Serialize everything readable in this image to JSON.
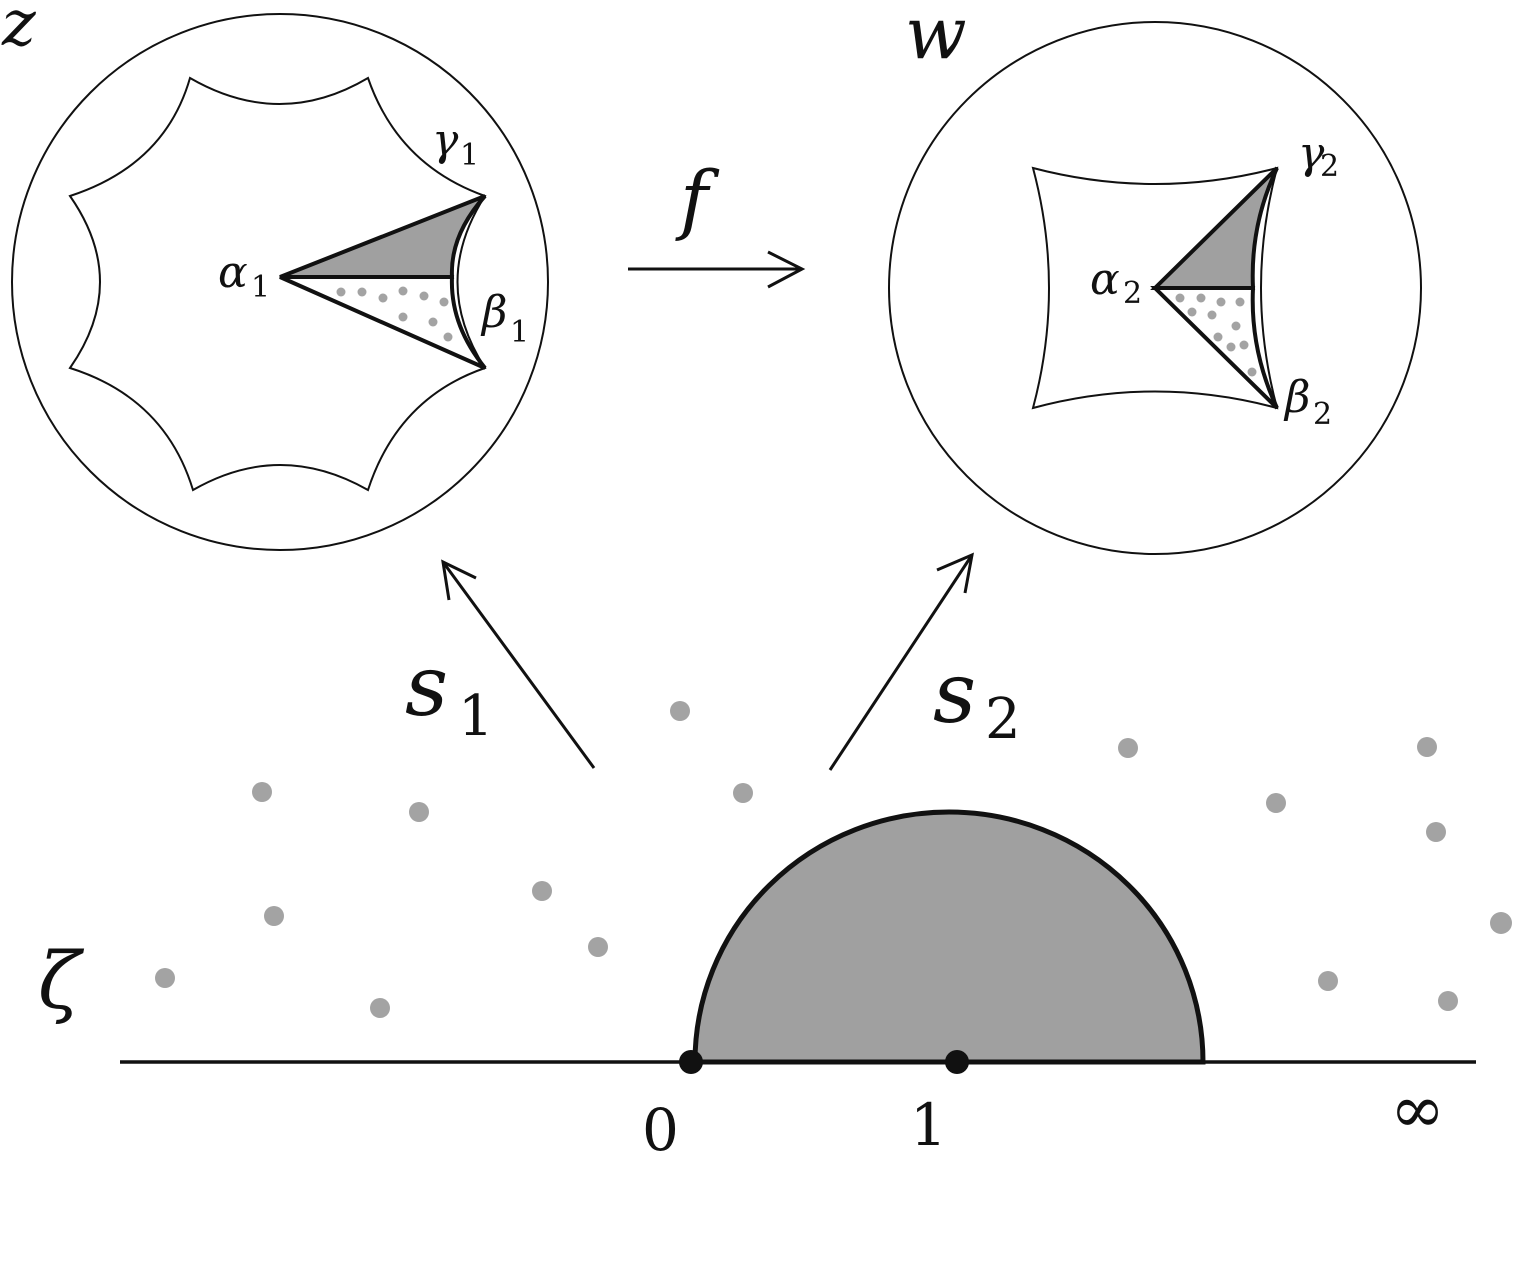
{
  "planes": {
    "z_label": "z",
    "w_label": "w",
    "zeta_label": "ζ"
  },
  "maps": {
    "f_label": "f",
    "s1_label": "s",
    "s1_sub": "1",
    "s2_label": "s",
    "s2_sub": "2"
  },
  "left_disk": {
    "alpha_label": "α",
    "alpha_sub": "1",
    "beta_label": "β",
    "beta_sub": "1",
    "gamma_label": "γ",
    "gamma_sub": "1"
  },
  "right_disk": {
    "alpha_label": "α",
    "alpha_sub": "2",
    "beta_label": "β",
    "beta_sub": "2",
    "gamma_label": "γ",
    "gamma_sub": "2"
  },
  "axis": {
    "zero_label": "0",
    "one_label": "1",
    "infinity_label": "∞"
  },
  "colors": {
    "ink": "#111111",
    "shade": "#a0a0a0",
    "dots": "#a3a3a3"
  }
}
